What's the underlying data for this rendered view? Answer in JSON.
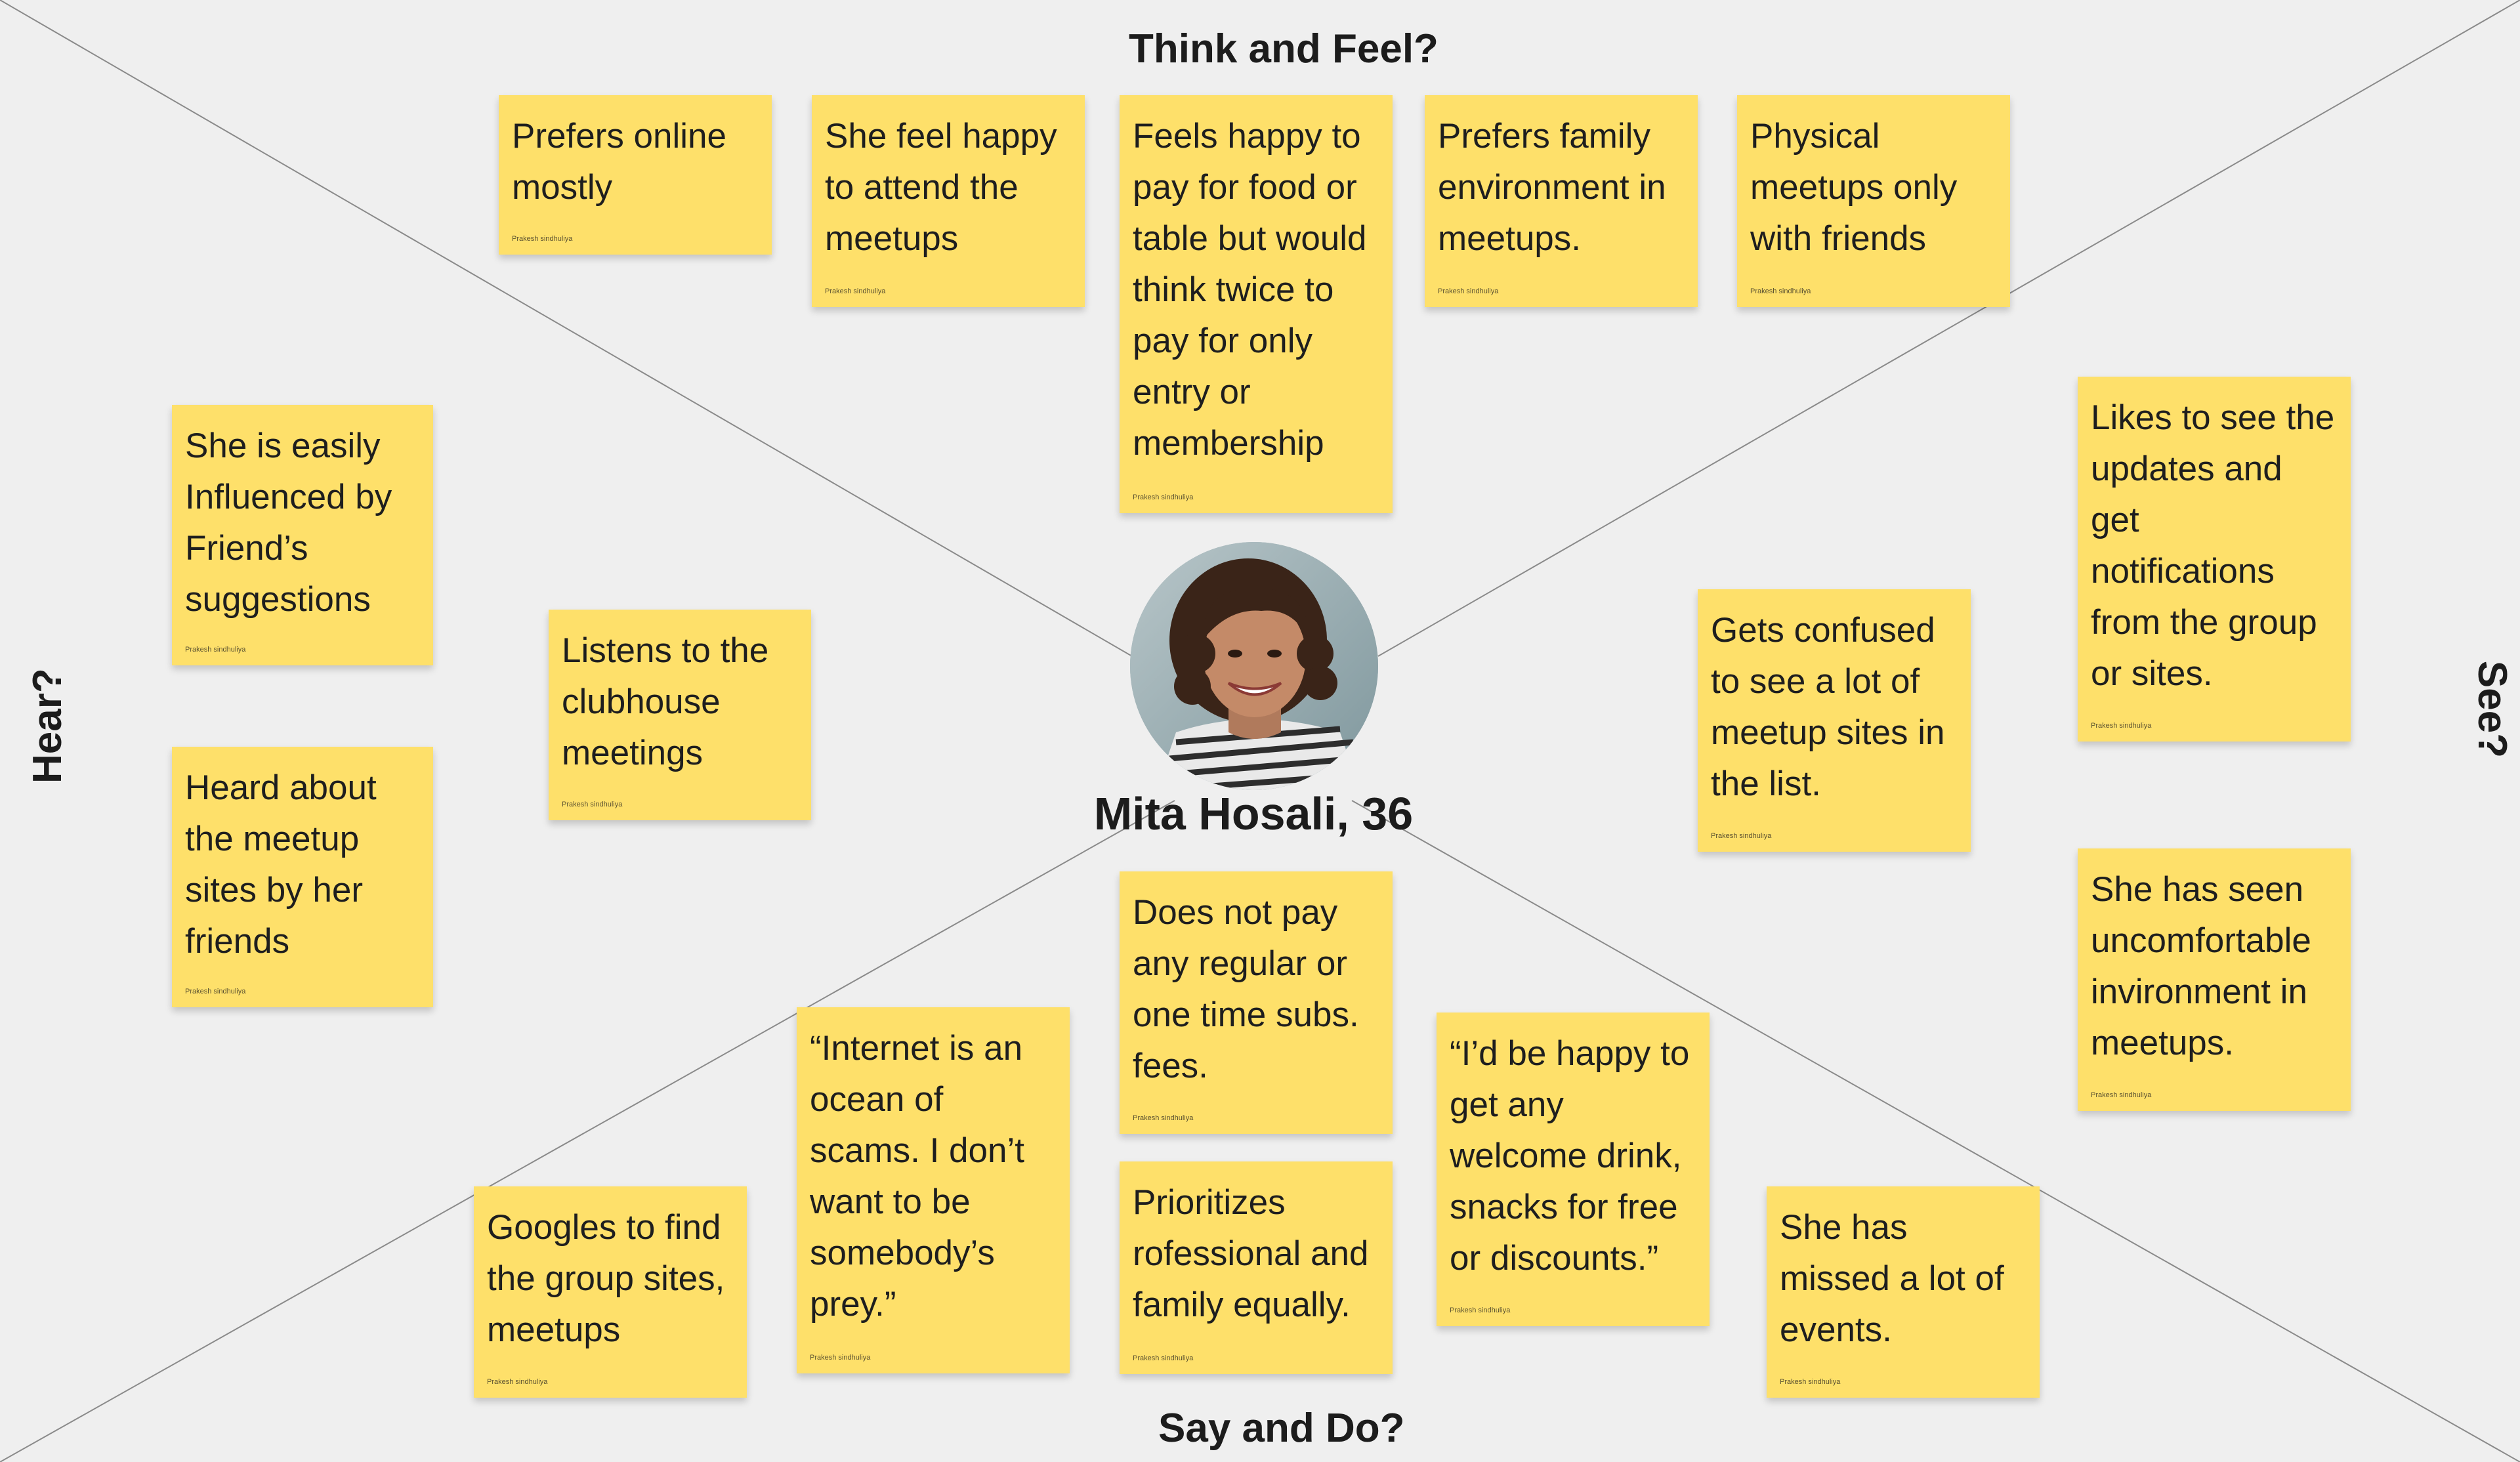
{
  "quadrants": {
    "think_feel": "Think and Feel?",
    "hear": "Hear?",
    "see": "See?",
    "say_do": "Say and Do?"
  },
  "persona": {
    "name": "Mita Hosali, 36",
    "avatar_icon": "woman-portrait-avatar"
  },
  "colors": {
    "background": "#efefef",
    "sticky_note": "#fee06a",
    "divider": "#8a8a8a"
  },
  "notes": {
    "n1": {
      "text": "Prefers online\nmostly",
      "author": "Prakesh sindhuliya"
    },
    "n2": {
      "text": "She feel happy\nto attend the\nmeetups",
      "author": "Prakesh sindhuliya"
    },
    "n3": {
      "text": "Feels happy to\npay for food or\ntable but would\nthink twice to\npay for only\nentry or\nmembership",
      "author": "Prakesh sindhuliya"
    },
    "n4": {
      "text": "Prefers family\nenvironment in\nmeetups.",
      "author": "Prakesh sindhuliya"
    },
    "n5": {
      "text": "Physical\nmeetups only\nwith friends",
      "author": "Prakesh sindhuliya"
    },
    "n6": {
      "text": "She is easily\nInfluenced by\nFriend’s\nsuggestions",
      "author": "Prakesh sindhuliya"
    },
    "n7": {
      "text": "Listens to the\nclubhouse\nmeetings",
      "author": "Prakesh sindhuliya"
    },
    "n8": {
      "text": "Heard about\nthe meetup\nsites by her\nfriends",
      "author": "Prakesh sindhuliya"
    },
    "n9": {
      "text": "Likes to see the\nupdates and\nget\nnotifications\nfrom the group\nor sites.",
      "author": "Prakesh sindhuliya"
    },
    "n10": {
      "text": "Gets confused\nto see a lot of\nmeetup sites in\nthe list.",
      "author": "Prakesh sindhuliya"
    },
    "n11": {
      "text": "She has seen\nuncomfortable\ninvironment in\nmeetups.",
      "author": "Prakesh sindhuliya"
    },
    "n12": {
      "text": "Does not pay\nany regular or\none time subs.\nfees.",
      "author": "Prakesh sindhuliya"
    },
    "n13": {
      "text": "“Internet is an\nocean of\nscams. I don’t\nwant to be\nsomebody’s\nprey.”",
      "author": "Prakesh sindhuliya"
    },
    "n14": {
      "text": "“I’d be happy to\nget any\nwelcome drink,\nsnacks for free\nor discounts.”",
      "author": "Prakesh sindhuliya"
    },
    "n15": {
      "text": "Googles to find\nthe group sites,\nmeetups",
      "author": "Prakesh sindhuliya"
    },
    "n16": {
      "text": "Prioritizes\nrofessional and\nfamily equally.",
      "author": "Prakesh sindhuliya"
    },
    "n17": {
      "text": "She has\nmissed a lot of\nevents.",
      "author": "Prakesh sindhuliya"
    }
  }
}
